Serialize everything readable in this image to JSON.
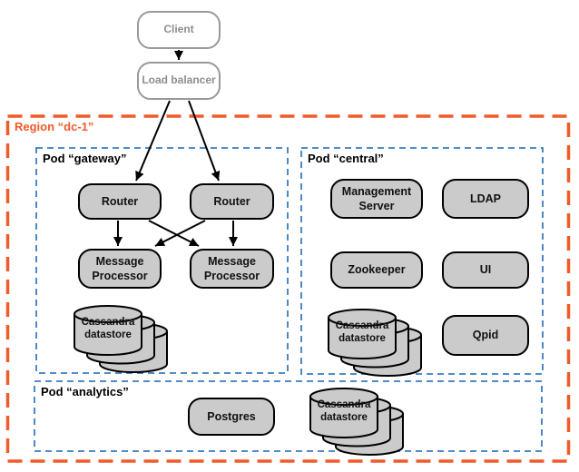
{
  "colors": {
    "region_border": "#F15A29",
    "pod_border": "#3A7CBE",
    "node_fill": "#CBCBCB",
    "node_border": "#000000",
    "external_border": "#999999",
    "external_text": "#8E8E8E",
    "arrow": "#000000"
  },
  "external": {
    "client_label": "Client",
    "load_balancer_label": "Load balancer"
  },
  "region": {
    "label": "Region “dc-1”"
  },
  "pods": {
    "gateway": {
      "label": "Pod “gateway”",
      "router_left": "Router",
      "router_right": "Router",
      "mp_left": "Message\nProcessor",
      "mp_right": "Message\nProcessor",
      "cassandra": "Cassandra\ndatastore"
    },
    "central": {
      "label": "Pod “central”",
      "management_server": "Management\nServer",
      "ldap": "LDAP",
      "zookeeper": "Zookeeper",
      "ui": "UI",
      "cassandra": "Cassandra\ndatastore",
      "qpid": "Qpid"
    },
    "analytics": {
      "label": "Pod “analytics”",
      "postgres": "Postgres",
      "cassandra": "Cassandra\ndatastore"
    }
  }
}
